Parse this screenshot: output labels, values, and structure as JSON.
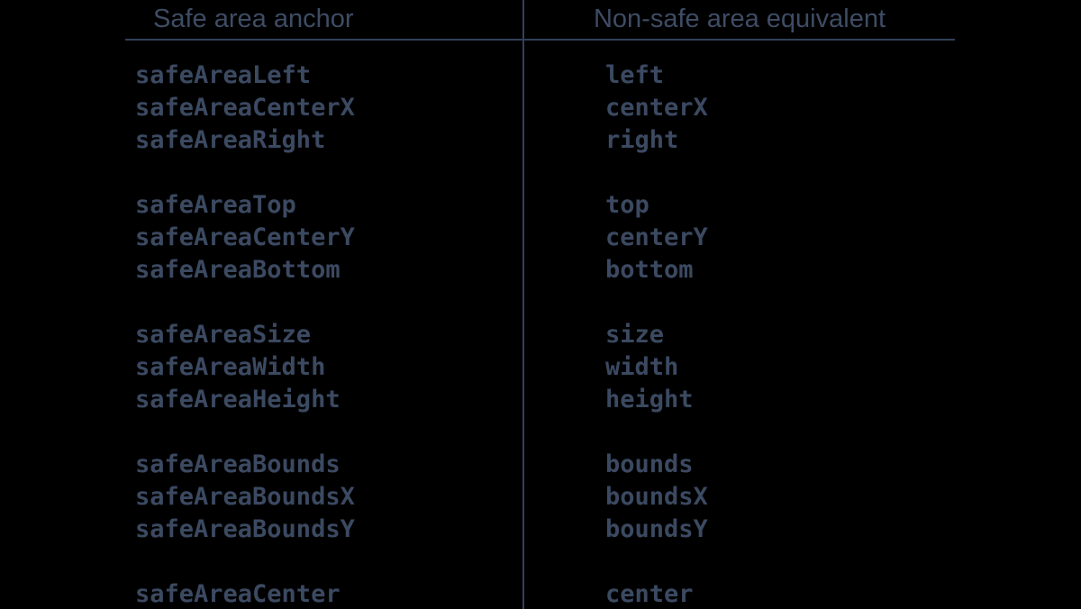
{
  "colors": {
    "background": "#000000",
    "line": "#32415a",
    "header_text": "#3e4c64",
    "cell_text": "#3b4961"
  },
  "table": {
    "headers": [
      {
        "label": "Safe area anchor"
      },
      {
        "label": "Non-safe area equivalent"
      }
    ],
    "groups": [
      {
        "rows": [
          {
            "anchor": "safeAreaLeft",
            "equivalent": "left"
          },
          {
            "anchor": "safeAreaCenterX",
            "equivalent": "centerX"
          },
          {
            "anchor": "safeAreaRight",
            "equivalent": "right"
          }
        ]
      },
      {
        "rows": [
          {
            "anchor": "safeAreaTop",
            "equivalent": "top"
          },
          {
            "anchor": "safeAreaCenterY",
            "equivalent": "centerY"
          },
          {
            "anchor": "safeAreaBottom",
            "equivalent": "bottom"
          }
        ]
      },
      {
        "rows": [
          {
            "anchor": "safeAreaSize",
            "equivalent": "size"
          },
          {
            "anchor": "safeAreaWidth",
            "equivalent": "width"
          },
          {
            "anchor": "safeAreaHeight",
            "equivalent": "height"
          }
        ]
      },
      {
        "rows": [
          {
            "anchor": "safeAreaBounds",
            "equivalent": "bounds"
          },
          {
            "anchor": "safeAreaBoundsX",
            "equivalent": "boundsX"
          },
          {
            "anchor": "safeAreaBoundsY",
            "equivalent": "boundsY"
          }
        ]
      },
      {
        "rows": [
          {
            "anchor": "safeAreaCenter",
            "equivalent": "center"
          }
        ]
      }
    ]
  },
  "chart_data": {
    "type": "table",
    "title": "",
    "columns": [
      "Safe area anchor",
      "Non-safe area equivalent"
    ],
    "row_groups": [
      [
        [
          "safeAreaLeft",
          "left"
        ],
        [
          "safeAreaCenterX",
          "centerX"
        ],
        [
          "safeAreaRight",
          "right"
        ]
      ],
      [
        [
          "safeAreaTop",
          "top"
        ],
        [
          "safeAreaCenterY",
          "centerY"
        ],
        [
          "safeAreaBottom",
          "bottom"
        ]
      ],
      [
        [
          "safeAreaSize",
          "size"
        ],
        [
          "safeAreaWidth",
          "width"
        ],
        [
          "safeAreaHeight",
          "height"
        ]
      ],
      [
        [
          "safeAreaBounds",
          "bounds"
        ],
        [
          "safeAreaBoundsX",
          "boundsX"
        ],
        [
          "safeAreaBoundsY",
          "boundsY"
        ]
      ],
      [
        [
          "safeAreaCenter",
          "center"
        ]
      ]
    ],
    "layout": {
      "column_divider": true,
      "header_rule": true,
      "background": "#000000"
    }
  }
}
